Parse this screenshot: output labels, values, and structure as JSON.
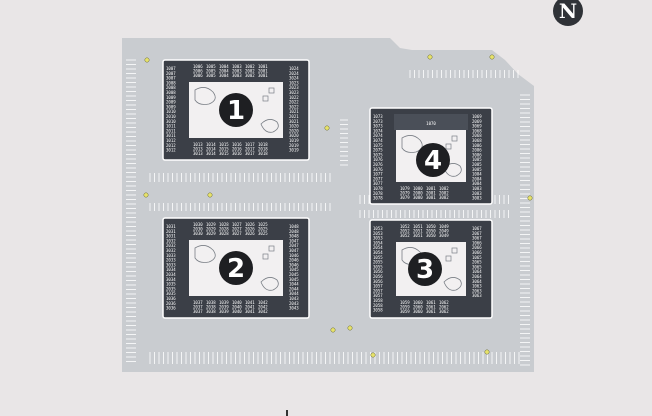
{
  "compass": {
    "letter": "N"
  },
  "buildings": [
    {
      "number": "1",
      "units_left": [
        "1007",
        "2007",
        "3007",
        "1008",
        "2008",
        "3008",
        "1009",
        "2009",
        "3009",
        "1010",
        "2010",
        "3010",
        "1011",
        "2011",
        "3011",
        "1012",
        "2012",
        "3012"
      ],
      "units_top": [
        "1006",
        "1005",
        "1004",
        "1003",
        "1002",
        "1001",
        "2006",
        "2005",
        "2004",
        "2003",
        "2002",
        "2001",
        "3006",
        "3005",
        "3004",
        "3003",
        "3002",
        "3001"
      ],
      "units_right": [
        "1024",
        "2024",
        "3024",
        "1023",
        "2023",
        "3023",
        "1022",
        "2022",
        "3022",
        "1021",
        "2021",
        "3021",
        "1020",
        "2020",
        "3020",
        "1019",
        "2019",
        "3019"
      ],
      "units_bottom": [
        "1013",
        "1014",
        "1015",
        "1016",
        "1017",
        "1018",
        "2013",
        "2014",
        "2015",
        "2016",
        "2017",
        "2018",
        "3013",
        "3014",
        "3015",
        "3016",
        "3017",
        "3018"
      ]
    },
    {
      "number": "2",
      "units_left": [
        "1031",
        "2031",
        "3031",
        "1032",
        "2032",
        "3032",
        "1033",
        "2033",
        "3033",
        "1034",
        "2034",
        "3034",
        "1035",
        "2035",
        "3035",
        "1036",
        "2036",
        "3036"
      ],
      "units_top": [
        "1030",
        "1029",
        "1028",
        "1027",
        "1026",
        "1025",
        "2030",
        "2029",
        "2028",
        "2027",
        "2026",
        "2025",
        "3030",
        "3029",
        "3028",
        "3027",
        "3026",
        "3025"
      ],
      "units_right": [
        "1048",
        "2048",
        "3048",
        "1047",
        "2047",
        "3047",
        "1046",
        "2046",
        "3046",
        "1045",
        "2045",
        "3045",
        "1044",
        "2044",
        "3044",
        "1043",
        "2043",
        "3043"
      ],
      "units_bottom": [
        "1037",
        "1038",
        "1039",
        "1040",
        "1041",
        "1042",
        "2037",
        "2038",
        "2039",
        "2040",
        "2041",
        "2042",
        "3037",
        "3038",
        "3039",
        "3040",
        "3041",
        "3042"
      ]
    },
    {
      "number": "3",
      "units_left": [
        "1053",
        "2053",
        "3053",
        "1054",
        "2054",
        "3054",
        "1055",
        "2055",
        "3055",
        "1056",
        "2056",
        "3056",
        "1057",
        "2057",
        "3057",
        "1058",
        "2058",
        "3058"
      ],
      "units_top": [
        "1052",
        "1051",
        "1050",
        "1049",
        "2052",
        "2051",
        "2050",
        "2049",
        "3052",
        "3051",
        "3050",
        "3049"
      ],
      "units_right": [
        "1067",
        "2067",
        "3067",
        "1066",
        "2066",
        "3066",
        "1065",
        "2065",
        "3065",
        "1064",
        "2064",
        "3064",
        "1063",
        "2063",
        "3063"
      ],
      "units_bottom": [
        "1059",
        "1060",
        "1061",
        "1062",
        "2059",
        "2060",
        "2061",
        "2062",
        "3059",
        "3060",
        "3061",
        "3062"
      ]
    },
    {
      "number": "4",
      "leasing": "1070",
      "units_left": [
        "1073",
        "2073",
        "3073",
        "1074",
        "2074",
        "3074",
        "1075",
        "2075",
        "3075",
        "1076",
        "2076",
        "3076",
        "1077",
        "2077",
        "3077",
        "1078",
        "2078",
        "3078"
      ],
      "units_right": [
        "1069",
        "2069",
        "3069",
        "1068",
        "2068",
        "3068",
        "1086",
        "2086",
        "3086",
        "1085",
        "2085",
        "3085",
        "1084",
        "2084",
        "3084",
        "1083",
        "2083",
        "3083"
      ],
      "units_bottom": [
        "1079",
        "1080",
        "1081",
        "1082",
        "2079",
        "2080",
        "2081",
        "2082",
        "3079",
        "3080",
        "3081",
        "3082"
      ]
    }
  ]
}
